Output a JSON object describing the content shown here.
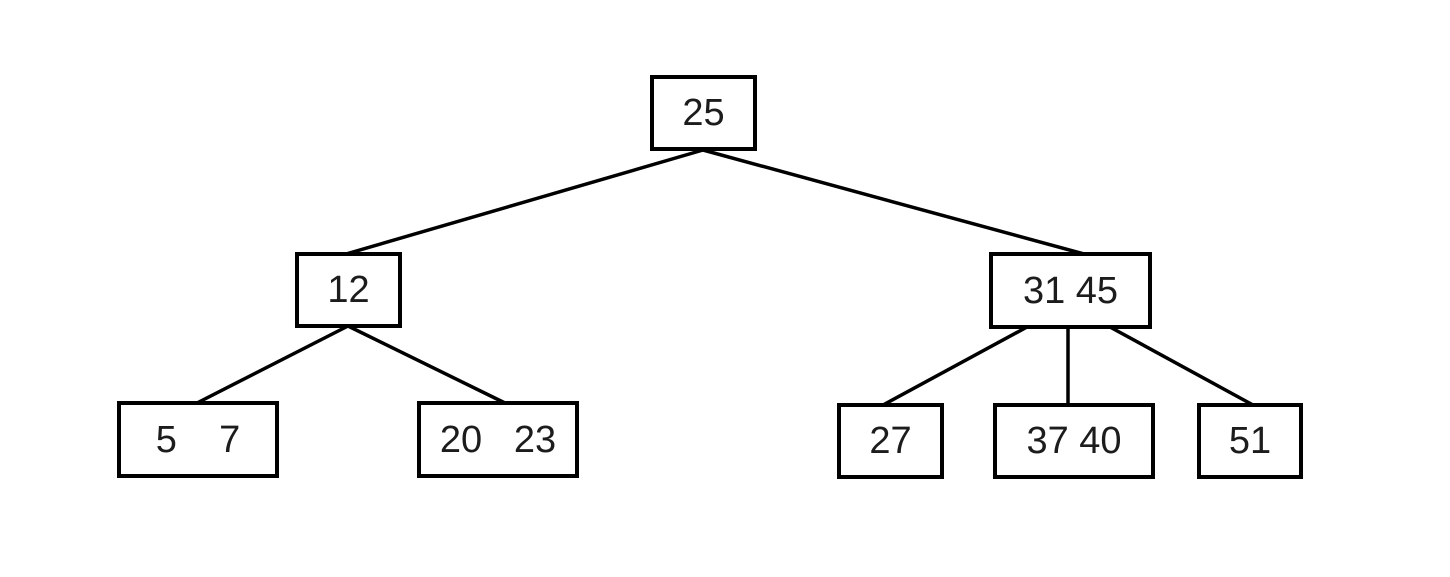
{
  "diagram": {
    "type": "tree",
    "nodes": {
      "root": {
        "label": "25",
        "keys": [
          25
        ]
      },
      "left": {
        "label": "12",
        "keys": [
          12
        ]
      },
      "right": {
        "label": "31 45",
        "keys": [
          31,
          45
        ]
      },
      "leaf1": {
        "label": "5    7",
        "keys": [
          5,
          7
        ]
      },
      "leaf2": {
        "label": "20   23",
        "keys": [
          20,
          23
        ]
      },
      "leaf3": {
        "label": "27",
        "keys": [
          27
        ]
      },
      "leaf4": {
        "label": "37 40",
        "keys": [
          37,
          40
        ]
      },
      "leaf5": {
        "label": "51",
        "keys": [
          51
        ]
      }
    },
    "edges": [
      {
        "from": "root",
        "to": "left"
      },
      {
        "from": "root",
        "to": "right"
      },
      {
        "from": "left",
        "to": "leaf1"
      },
      {
        "from": "left",
        "to": "leaf2"
      },
      {
        "from": "right",
        "to": "leaf3"
      },
      {
        "from": "right",
        "to": "leaf4"
      },
      {
        "from": "right",
        "to": "leaf5"
      }
    ]
  }
}
